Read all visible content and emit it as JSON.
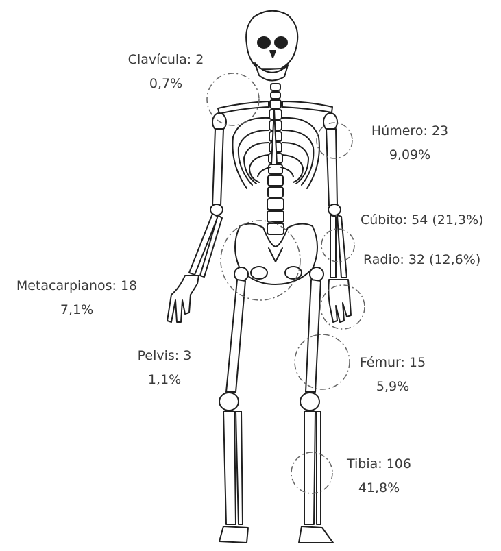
{
  "diagram": {
    "ink_color": "#1f1f1f",
    "circle_color": "#666666",
    "labels": [
      {
        "id": "clavicula",
        "name": "Clavícula: 2",
        "pct": "0,7%"
      },
      {
        "id": "humero",
        "name": "Húmero: 23",
        "pct": "9,09%"
      },
      {
        "id": "cubito",
        "name": "Cúbito: 54 (21,3%)",
        "pct": ""
      },
      {
        "id": "radio",
        "name": "Radio: 32 (12,6%)",
        "pct": ""
      },
      {
        "id": "metacarpianos",
        "name": "Metacarpianos: 18",
        "pct": "7,1%"
      },
      {
        "id": "pelvis",
        "name": "Pelvis: 3",
        "pct": "1,1%"
      },
      {
        "id": "femur",
        "name": "Fémur: 15",
        "pct": "5,9%"
      },
      {
        "id": "tibia",
        "name": "Tibia: 106",
        "pct": "41,8%"
      }
    ]
  }
}
